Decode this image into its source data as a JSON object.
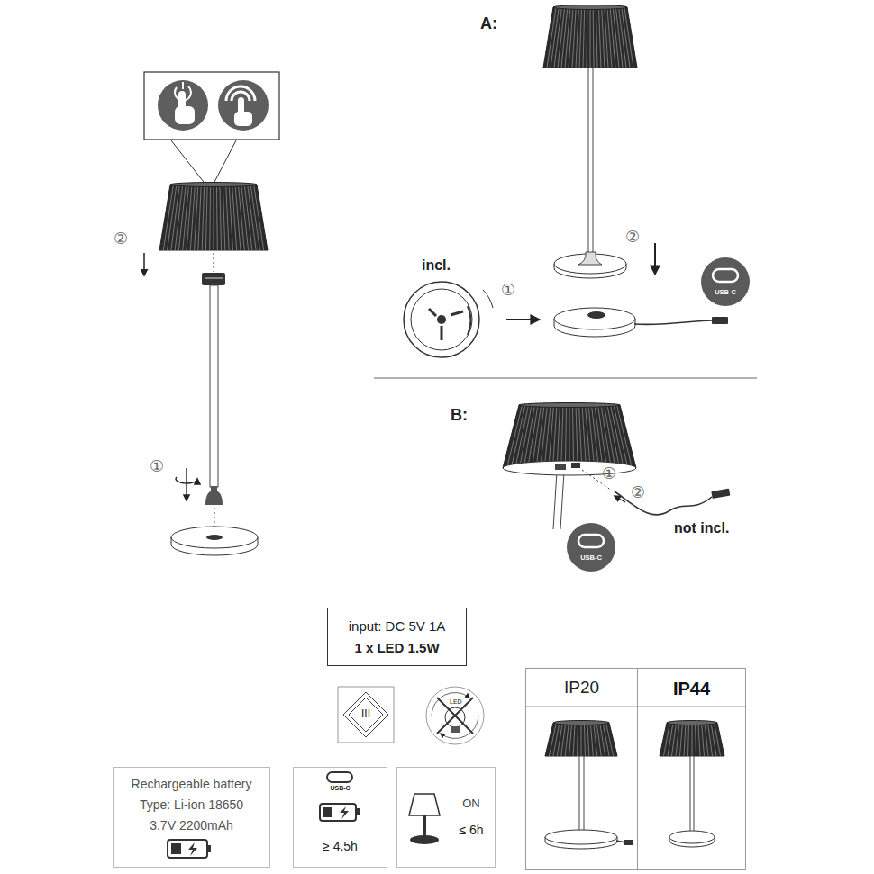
{
  "diagram": {
    "nodes": [
      {
        "text": [
          "USB-C"
        ]
      },
      {
        "text": [
          "USB-C"
        ]
      },
      {
        "text": [
          "input: DC 5V 1A",
          "1 x LED 1.5W"
        ]
      },
      {
        "text": [
          "IP20"
        ]
      },
      {
        "text": [
          "IP44"
        ]
      },
      {
        "text": [
          "Rechargeable battery",
          "Type: Li-ion 18650",
          "3.7V 2200mAh"
        ]
      },
      {
        "text": [
          "USB-C",
          "≥ 4.5h"
        ]
      },
      {
        "text": [
          "ON",
          "≤ 6h"
        ]
      }
    ],
    "labels": [
      "②",
      "①",
      "A:",
      "incl.",
      "①",
      "②",
      "B:",
      "①",
      "②",
      "not incl.",
      "III",
      "LED"
    ]
  }
}
